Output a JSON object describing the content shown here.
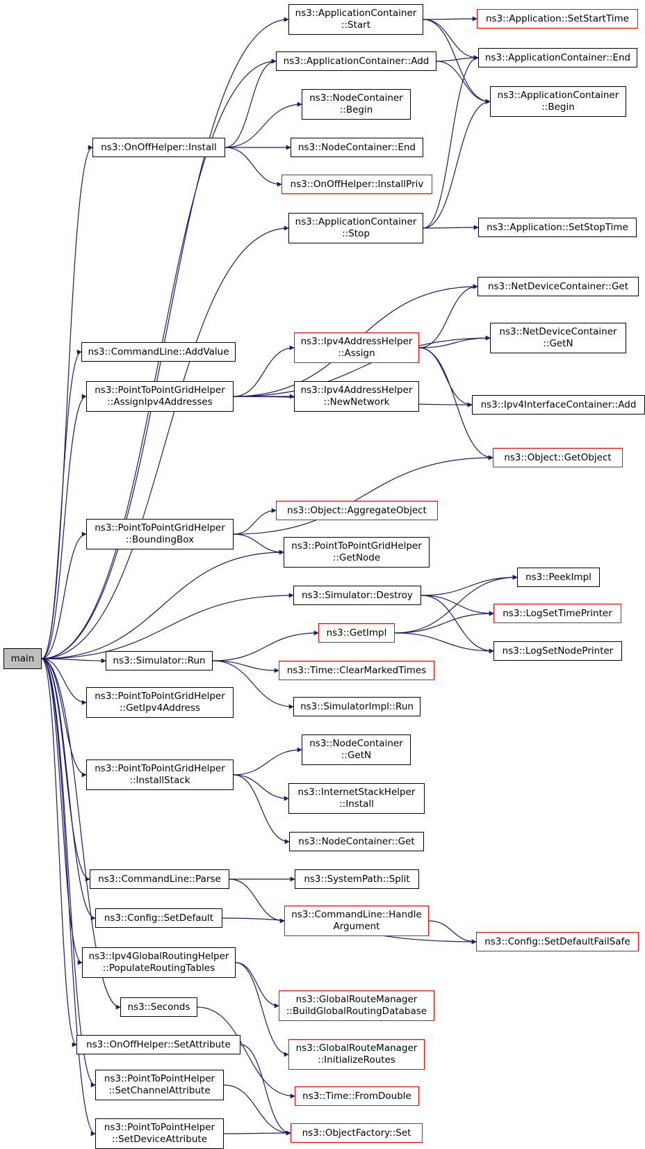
{
  "diagram": {
    "type": "call-graph",
    "root": "main",
    "colors": {
      "edge": "#191970",
      "node_border": "#000000",
      "external_border": "#ff0000",
      "root_fill": "#bfbfbf"
    },
    "nodes": [
      {
        "id": "main",
        "lines": [
          "main"
        ],
        "root": true
      },
      {
        "id": "app_start",
        "lines": [
          "ns3::ApplicationContainer",
          "::Start"
        ]
      },
      {
        "id": "app_setstart",
        "lines": [
          "ns3::Application::SetStartTime"
        ],
        "external": true
      },
      {
        "id": "app_add",
        "lines": [
          "ns3::ApplicationContainer::Add"
        ]
      },
      {
        "id": "app_end",
        "lines": [
          "ns3::ApplicationContainer::End"
        ]
      },
      {
        "id": "app_begin",
        "lines": [
          "ns3::ApplicationContainer",
          "::Begin"
        ]
      },
      {
        "id": "nc_begin",
        "lines": [
          "ns3::NodeContainer",
          "::Begin"
        ]
      },
      {
        "id": "onoff_install",
        "lines": [
          "ns3::OnOffHelper::Install"
        ]
      },
      {
        "id": "nc_end",
        "lines": [
          "ns3::NodeContainer::End"
        ]
      },
      {
        "id": "onoff_installpriv",
        "lines": [
          "ns3::OnOffHelper::InstallPriv"
        ],
        "external": true
      },
      {
        "id": "app_stop",
        "lines": [
          "ns3::ApplicationContainer",
          "::Stop"
        ]
      },
      {
        "id": "app_setstop",
        "lines": [
          "ns3::Application::SetStopTime"
        ]
      },
      {
        "id": "ndc_get",
        "lines": [
          "ns3::NetDeviceContainer::Get"
        ]
      },
      {
        "id": "ndc_getn",
        "lines": [
          "ns3::NetDeviceContainer",
          "::GetN"
        ]
      },
      {
        "id": "cmd_addvalue",
        "lines": [
          "ns3::CommandLine::AddValue"
        ]
      },
      {
        "id": "ipv4_assign",
        "lines": [
          "ns3::Ipv4AddressHelper",
          "::Assign"
        ],
        "external": true
      },
      {
        "id": "p2pg_assign",
        "lines": [
          "ns3::PointToPointGridHelper",
          "::AssignIpv4Addresses"
        ]
      },
      {
        "id": "ipv4_newnet",
        "lines": [
          "ns3::Ipv4AddressHelper",
          "::NewNetwork"
        ]
      },
      {
        "id": "ipv4ic_add",
        "lines": [
          "ns3::Ipv4InterfaceContainer::Add"
        ]
      },
      {
        "id": "obj_getobject",
        "lines": [
          "ns3::Object::GetObject"
        ],
        "external": true
      },
      {
        "id": "obj_aggregate",
        "lines": [
          "ns3::Object::AggregateObject"
        ],
        "external": true
      },
      {
        "id": "p2pg_bbox",
        "lines": [
          "ns3::PointToPointGridHelper",
          "::BoundingBox"
        ]
      },
      {
        "id": "p2pg_getnode",
        "lines": [
          "ns3::PointToPointGridHelper",
          "::GetNode"
        ]
      },
      {
        "id": "sim_destroy",
        "lines": [
          "ns3::Simulator::Destroy"
        ]
      },
      {
        "id": "peekimpl",
        "lines": [
          "ns3::PeekImpl"
        ]
      },
      {
        "id": "logsettime",
        "lines": [
          "ns3::LogSetTimePrinter"
        ],
        "external": true
      },
      {
        "id": "getimpl",
        "lines": [
          "ns3::GetImpl"
        ],
        "external": true
      },
      {
        "id": "logsetnode",
        "lines": [
          "ns3::LogSetNodePrinter"
        ]
      },
      {
        "id": "sim_run",
        "lines": [
          "ns3::Simulator::Run"
        ]
      },
      {
        "id": "time_clear",
        "lines": [
          "ns3::Time::ClearMarkedTimes"
        ],
        "external": true
      },
      {
        "id": "p2pg_getipv4",
        "lines": [
          "ns3::PointToPointGridHelper",
          "::GetIpv4Address"
        ]
      },
      {
        "id": "simimpl_run",
        "lines": [
          "ns3::SimulatorImpl::Run"
        ]
      },
      {
        "id": "nc_getn",
        "lines": [
          "ns3::NodeContainer",
          "::GetN"
        ]
      },
      {
        "id": "p2pg_installstack",
        "lines": [
          "ns3::PointToPointGridHelper",
          "::InstallStack"
        ]
      },
      {
        "id": "ish_install",
        "lines": [
          "ns3::InternetStackHelper",
          "::Install"
        ]
      },
      {
        "id": "nc_get",
        "lines": [
          "ns3::NodeContainer::Get"
        ]
      },
      {
        "id": "cmd_parse",
        "lines": [
          "ns3::CommandLine::Parse"
        ]
      },
      {
        "id": "sp_split",
        "lines": [
          "ns3::SystemPath::Split"
        ]
      },
      {
        "id": "cmd_handle",
        "lines": [
          "ns3::CommandLine::Handle",
          "Argument"
        ],
        "external": true
      },
      {
        "id": "cfg_setdefault",
        "lines": [
          "ns3::Config::SetDefault"
        ]
      },
      {
        "id": "cfg_failsafe",
        "lines": [
          "ns3::Config::SetDefaultFailSafe"
        ],
        "external": true
      },
      {
        "id": "ipv4grh_populate",
        "lines": [
          "ns3::Ipv4GlobalRoutingHelper",
          "::PopulateRoutingTables"
        ]
      },
      {
        "id": "grm_build",
        "lines": [
          "ns3::GlobalRouteManager",
          "::BuildGlobalRoutingDatabase"
        ],
        "external": true
      },
      {
        "id": "seconds",
        "lines": [
          "ns3::Seconds"
        ]
      },
      {
        "id": "grm_init",
        "lines": [
          "ns3::GlobalRouteManager",
          "::InitializeRoutes"
        ],
        "external": true
      },
      {
        "id": "onoff_setattr",
        "lines": [
          "ns3::OnOffHelper::SetAttribute"
        ]
      },
      {
        "id": "time_fromdouble",
        "lines": [
          "ns3::Time::FromDouble"
        ],
        "external": true
      },
      {
        "id": "p2p_setchannel",
        "lines": [
          "ns3::PointToPointHelper",
          "::SetChannelAttribute"
        ]
      },
      {
        "id": "objfactory_set",
        "lines": [
          "ns3::ObjectFactory::Set"
        ],
        "external": true
      },
      {
        "id": "p2p_setdevice",
        "lines": [
          "ns3::PointToPointHelper",
          "::SetDeviceAttribute"
        ]
      }
    ],
    "edges": [
      [
        "main",
        "app_start"
      ],
      [
        "main",
        "app_add"
      ],
      [
        "main",
        "onoff_install"
      ],
      [
        "main",
        "app_stop"
      ],
      [
        "main",
        "cmd_addvalue"
      ],
      [
        "main",
        "p2pg_assign"
      ],
      [
        "main",
        "p2pg_bbox"
      ],
      [
        "main",
        "p2pg_getnode"
      ],
      [
        "main",
        "sim_destroy"
      ],
      [
        "main",
        "sim_run"
      ],
      [
        "main",
        "p2pg_getipv4"
      ],
      [
        "main",
        "p2pg_installstack"
      ],
      [
        "main",
        "cmd_parse"
      ],
      [
        "main",
        "cfg_setdefault"
      ],
      [
        "main",
        "ipv4grh_populate"
      ],
      [
        "main",
        "seconds"
      ],
      [
        "main",
        "onoff_setattr"
      ],
      [
        "main",
        "p2p_setchannel"
      ],
      [
        "main",
        "p2p_setdevice"
      ],
      [
        "app_start",
        "app_setstart"
      ],
      [
        "app_start",
        "app_end"
      ],
      [
        "app_start",
        "app_begin"
      ],
      [
        "app_add",
        "app_end"
      ],
      [
        "app_add",
        "app_begin"
      ],
      [
        "onoff_install",
        "app_add"
      ],
      [
        "onoff_install",
        "nc_begin"
      ],
      [
        "onoff_install",
        "nc_end"
      ],
      [
        "onoff_install",
        "onoff_installpriv"
      ],
      [
        "app_stop",
        "app_end"
      ],
      [
        "app_stop",
        "app_begin"
      ],
      [
        "app_stop",
        "app_setstop"
      ],
      [
        "p2pg_assign",
        "ndc_get"
      ],
      [
        "p2pg_assign",
        "ndc_getn"
      ],
      [
        "p2pg_assign",
        "ipv4_assign"
      ],
      [
        "p2pg_assign",
        "ipv4_newnet"
      ],
      [
        "p2pg_assign",
        "ipv4ic_add"
      ],
      [
        "ipv4_assign",
        "ndc_get"
      ],
      [
        "ipv4_assign",
        "ndc_getn"
      ],
      [
        "ipv4_assign",
        "ipv4ic_add"
      ],
      [
        "ipv4_assign",
        "obj_getobject"
      ],
      [
        "p2pg_bbox",
        "obj_getobject"
      ],
      [
        "p2pg_bbox",
        "obj_aggregate"
      ],
      [
        "p2pg_bbox",
        "p2pg_getnode"
      ],
      [
        "sim_destroy",
        "peekimpl"
      ],
      [
        "sim_destroy",
        "logsettime"
      ],
      [
        "sim_destroy",
        "logsetnode"
      ],
      [
        "sim_run",
        "getimpl"
      ],
      [
        "sim_run",
        "time_clear"
      ],
      [
        "sim_run",
        "simimpl_run"
      ],
      [
        "getimpl",
        "peekimpl"
      ],
      [
        "getimpl",
        "logsettime"
      ],
      [
        "getimpl",
        "logsetnode"
      ],
      [
        "p2pg_installstack",
        "nc_getn"
      ],
      [
        "p2pg_installstack",
        "ish_install"
      ],
      [
        "p2pg_installstack",
        "nc_get"
      ],
      [
        "cmd_parse",
        "sp_split"
      ],
      [
        "cmd_parse",
        "cmd_handle"
      ],
      [
        "cmd_handle",
        "cfg_failsafe"
      ],
      [
        "cfg_setdefault",
        "cfg_failsafe"
      ],
      [
        "ipv4grh_populate",
        "grm_build"
      ],
      [
        "ipv4grh_populate",
        "grm_init"
      ],
      [
        "seconds",
        "time_fromdouble"
      ],
      [
        "onoff_setattr",
        "objfactory_set"
      ],
      [
        "p2p_setchannel",
        "objfactory_set"
      ],
      [
        "p2p_setdevice",
        "objfactory_set"
      ]
    ]
  }
}
